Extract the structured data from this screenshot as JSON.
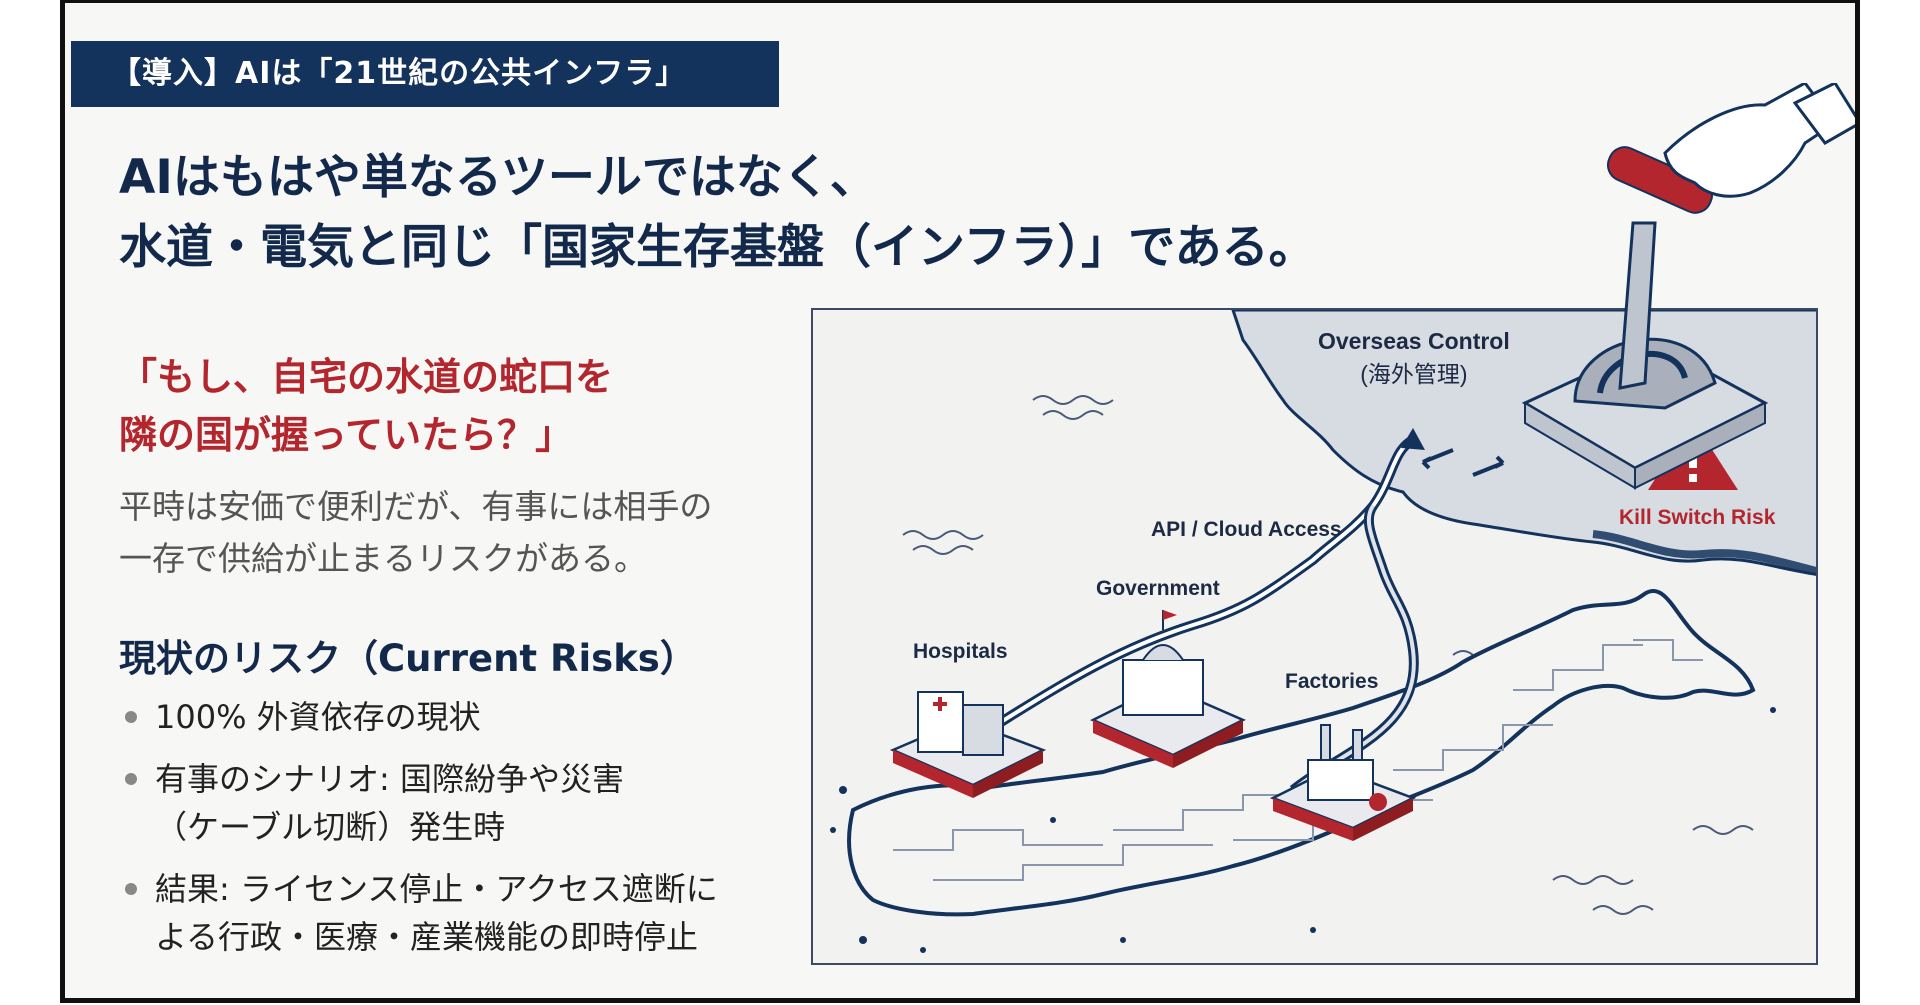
{
  "tag": "【導入】AIは「21世紀の公共インフラ」",
  "headline": {
    "line1": "AIはもはや単なるツールではなく、",
    "line2": "水道・電気と同じ「国家生存基盤（インフラ）」である。"
  },
  "question": {
    "line1": "「もし、自宅の水道の蛇口を",
    "line2": "隣の国が握っていたら？」"
  },
  "description": {
    "line1": "平時は安価で便利だが、有事には相手の",
    "line2": "一存で供給が止まるリスクがある。"
  },
  "risks": {
    "heading": "現状のリスク（Current Risks）",
    "items": [
      {
        "line1": "100% 外資依存の現状",
        "line2": ""
      },
      {
        "line1": "有事のシナリオ: 国際紛争や災害",
        "line2": "（ケーブル切断）発生時"
      },
      {
        "line1": "結果: ライセンス停止・アクセス遮断に",
        "line2": "よる行政・医療・産業機能の即時停止"
      }
    ]
  },
  "illustration": {
    "overseas_line1": "Overseas Control",
    "overseas_line2": "(海外管理)",
    "kill_switch": "Kill Switch Risk",
    "api": "API / Cloud Access",
    "government": "Government",
    "hospitals": "Hospitals",
    "factories": "Factories"
  },
  "colors": {
    "navy": "#13325c",
    "accent_red": "#b3262d",
    "text_dark": "#13294b",
    "text_gray": "#555555"
  }
}
